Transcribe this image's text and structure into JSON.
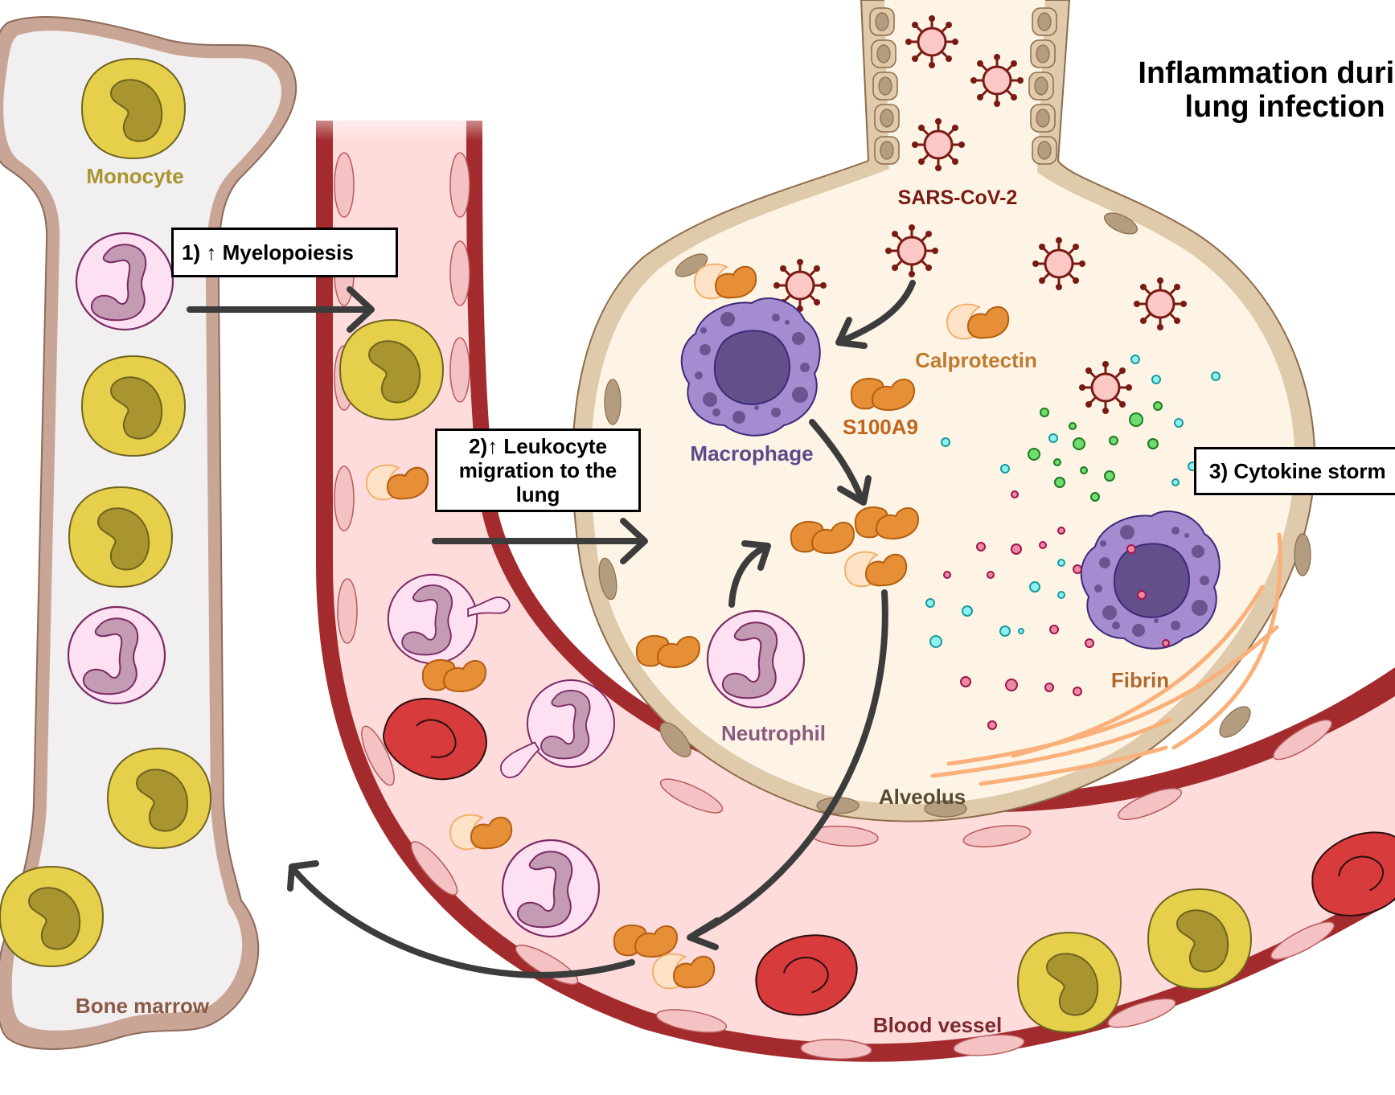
{
  "title": {
    "line1": "Inflammation during",
    "line2": "lung infection"
  },
  "steps": [
    {
      "number": "1)",
      "arrow": "↑",
      "text": "Myelopoiesis"
    },
    {
      "number": "2)",
      "arrow": "↑",
      "text": "Leukocyte migration to the lung"
    },
    {
      "number": "3)",
      "text": "Cytokine storm"
    }
  ],
  "labels": {
    "monocyte": "Monocyte",
    "bone_marrow": "Bone marrow",
    "sars_cov_2": "SARS-CoV-2",
    "macrophage": "Macrophage",
    "calprotectin": "Calprotectin",
    "s100a9": "S100A9",
    "neutrophil": "Neutrophil",
    "fibrin": "Fibrin",
    "alveolus": "Alveolus",
    "blood_vessel": "Blood vessel"
  },
  "colors": {
    "monocyte_fill": "#e6cf4a",
    "monocyte_nucleus": "#a8952f",
    "monocyte_label": "#a8952f",
    "neutrophil_fill": "#fde0f2",
    "neutrophil_nucleus": "#c39bb3",
    "neutrophil_stroke": "#7a2a63",
    "neutrophil_label": "#8a5a80",
    "macrophage_fill": "#a58bd0",
    "macrophage_nucleus": "#63508a",
    "macrophage_label": "#5b4a8a",
    "protein_orange": "#e68f36",
    "protein_light": "#fde2c7",
    "calprotectin_label": "#c07a30",
    "s100a9_label": "#c0651d",
    "virus_fill": "#fbc8c5",
    "virus_stroke": "#7a1a14",
    "sars_label": "#7a1a14",
    "rbc_fill": "#d83b3b",
    "vessel_wall": "#a32a2d",
    "vessel_lumen": "#fedcdc",
    "vessel_label": "#7a2a2d",
    "bone_outer": "#c8a595",
    "bone_inner": "#f2eff0",
    "bone_label": "#8a5a45",
    "alveolus_fill": "#fdf4e6",
    "alveolus_wall": "#dfcaab",
    "alveolus_label": "#5b4a30",
    "fibrin": "#fbb07a",
    "fibrin_label": "#b06a30",
    "arrow": "#3c3c3c",
    "cytokine_green": "#6edc6e",
    "cytokine_cyan": "#8ff2f2",
    "cytokine_pink": "#ea8aa5"
  }
}
